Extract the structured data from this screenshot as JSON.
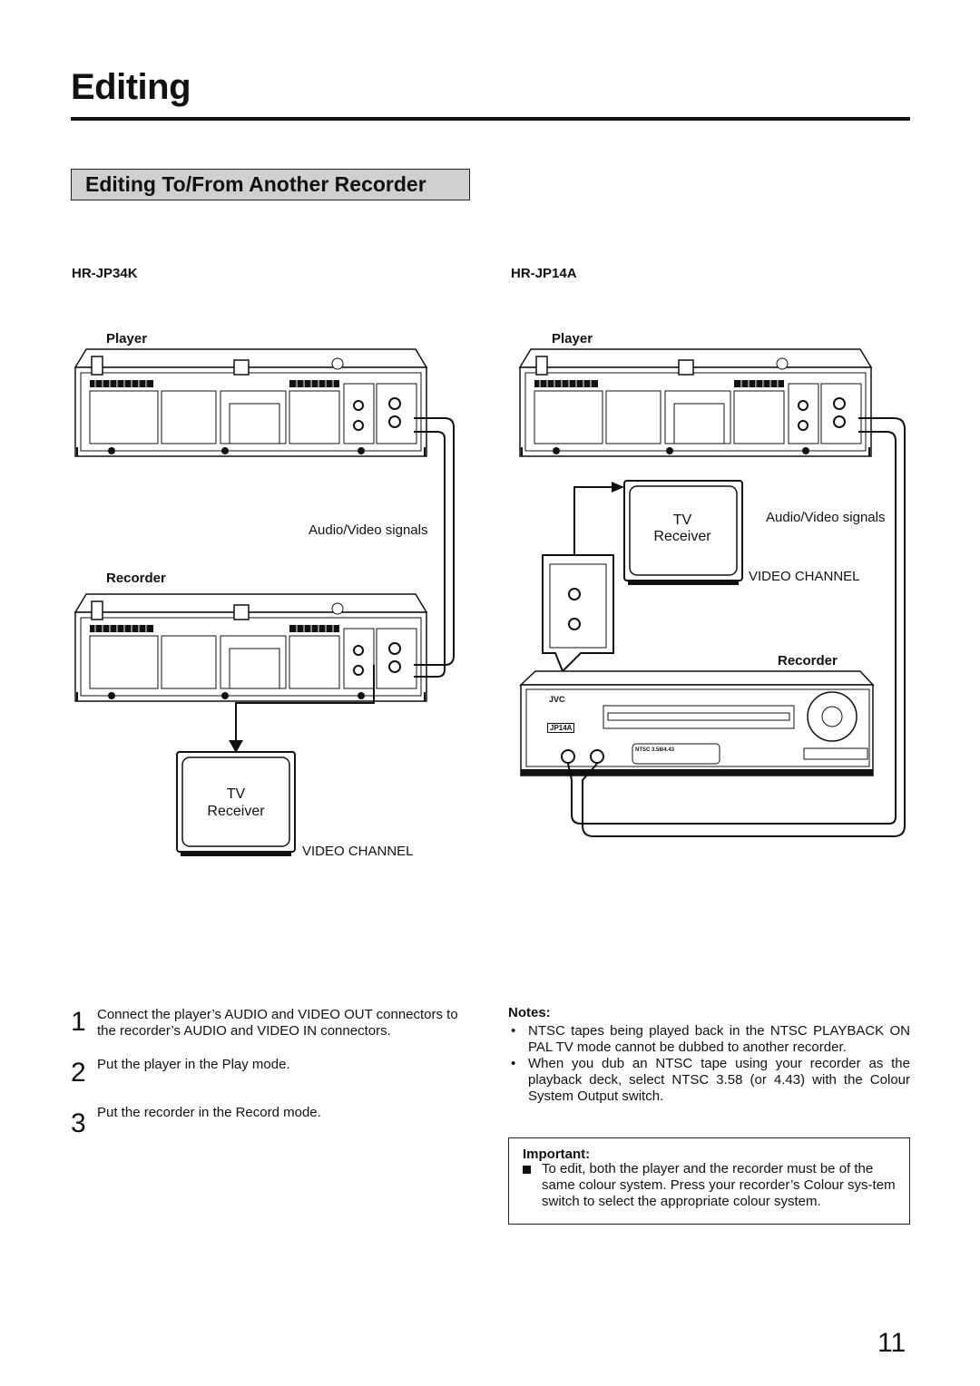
{
  "page": {
    "title": "Editing",
    "section_title": "Editing To/From Another Recorder",
    "page_number": "11"
  },
  "left": {
    "model": "HR-JP34K",
    "player_label": "Player",
    "signals_label": "Audio/Video signals",
    "recorder_label": "Recorder",
    "tv_label": "TV",
    "receiver_label": "Receiver",
    "video_channel_label": "VIDEO CHANNEL"
  },
  "right": {
    "model": "HR-JP14A",
    "player_label": "Player",
    "tv_label": "TV",
    "receiver_label": "Receiver",
    "signals_label": "Audio/Video signals",
    "video_channel_label": "VIDEO CHANNEL",
    "recorder_label": "Recorder",
    "front_brand": "JVC",
    "front_model": "JP14A",
    "front_ntsc": "NTSC 3.58/4.43"
  },
  "steps": [
    {
      "num": "1",
      "text": "Connect the player’s AUDIO and VIDEO OUT connectors to the recorder’s AUDIO and VIDEO IN connectors."
    },
    {
      "num": "2",
      "text": "Put the player in the Play mode."
    },
    {
      "num": "3",
      "text": "Put the recorder in the Record mode."
    }
  ],
  "notes": {
    "title": "Notes:",
    "items": [
      "NTSC tapes being played back in the NTSC PLAYBACK ON PAL TV mode cannot be dubbed to another recorder.",
      "When you dub an NTSC tape using your recorder as the playback deck, select NTSC 3.58 (or 4.43) with the Colour System Output switch."
    ]
  },
  "important": {
    "title": "Important:",
    "text": "To edit, both the player and the recorder must be of the same colour system. Press your recorder’s Colour sys-tem switch to select the appropriate colour system."
  }
}
